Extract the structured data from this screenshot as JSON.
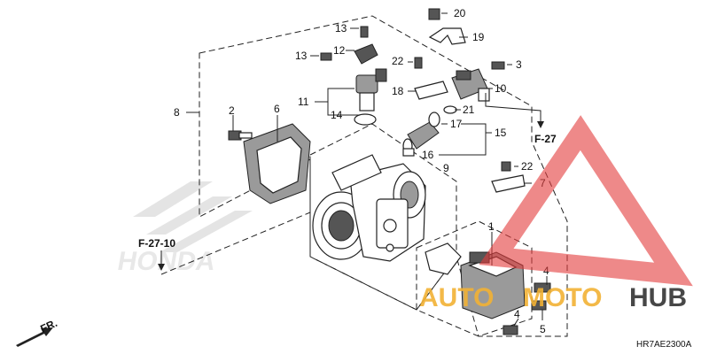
{
  "callouts": {
    "c1": "1",
    "c2": "2",
    "c3": "3",
    "c4a": "4",
    "c4b": "4",
    "c5": "5",
    "c6": "6",
    "c7": "7",
    "c8": "8",
    "c9": "9",
    "c10": "10",
    "c11": "11",
    "c12": "12",
    "c13a": "13",
    "c13b": "13",
    "c14": "14",
    "c15": "15",
    "c16": "16",
    "c17": "17",
    "c18": "18",
    "c19": "19",
    "c20": "20",
    "c21": "21",
    "c22a": "22",
    "c22b": "22"
  },
  "references": {
    "ref_f27": "F-27",
    "ref_f2710": "F-27-10"
  },
  "front_indicator": "FR.",
  "diagram_code": "HR7AE2300A",
  "watermark": {
    "text_left": "AUTO",
    "text_mid": "MOTO",
    "text_right": "HUB",
    "color_triangle": "#e23b3b",
    "color_text_orange": "#f2b134",
    "color_text_dark": "#333333"
  },
  "ghost_brand": "HONDA"
}
